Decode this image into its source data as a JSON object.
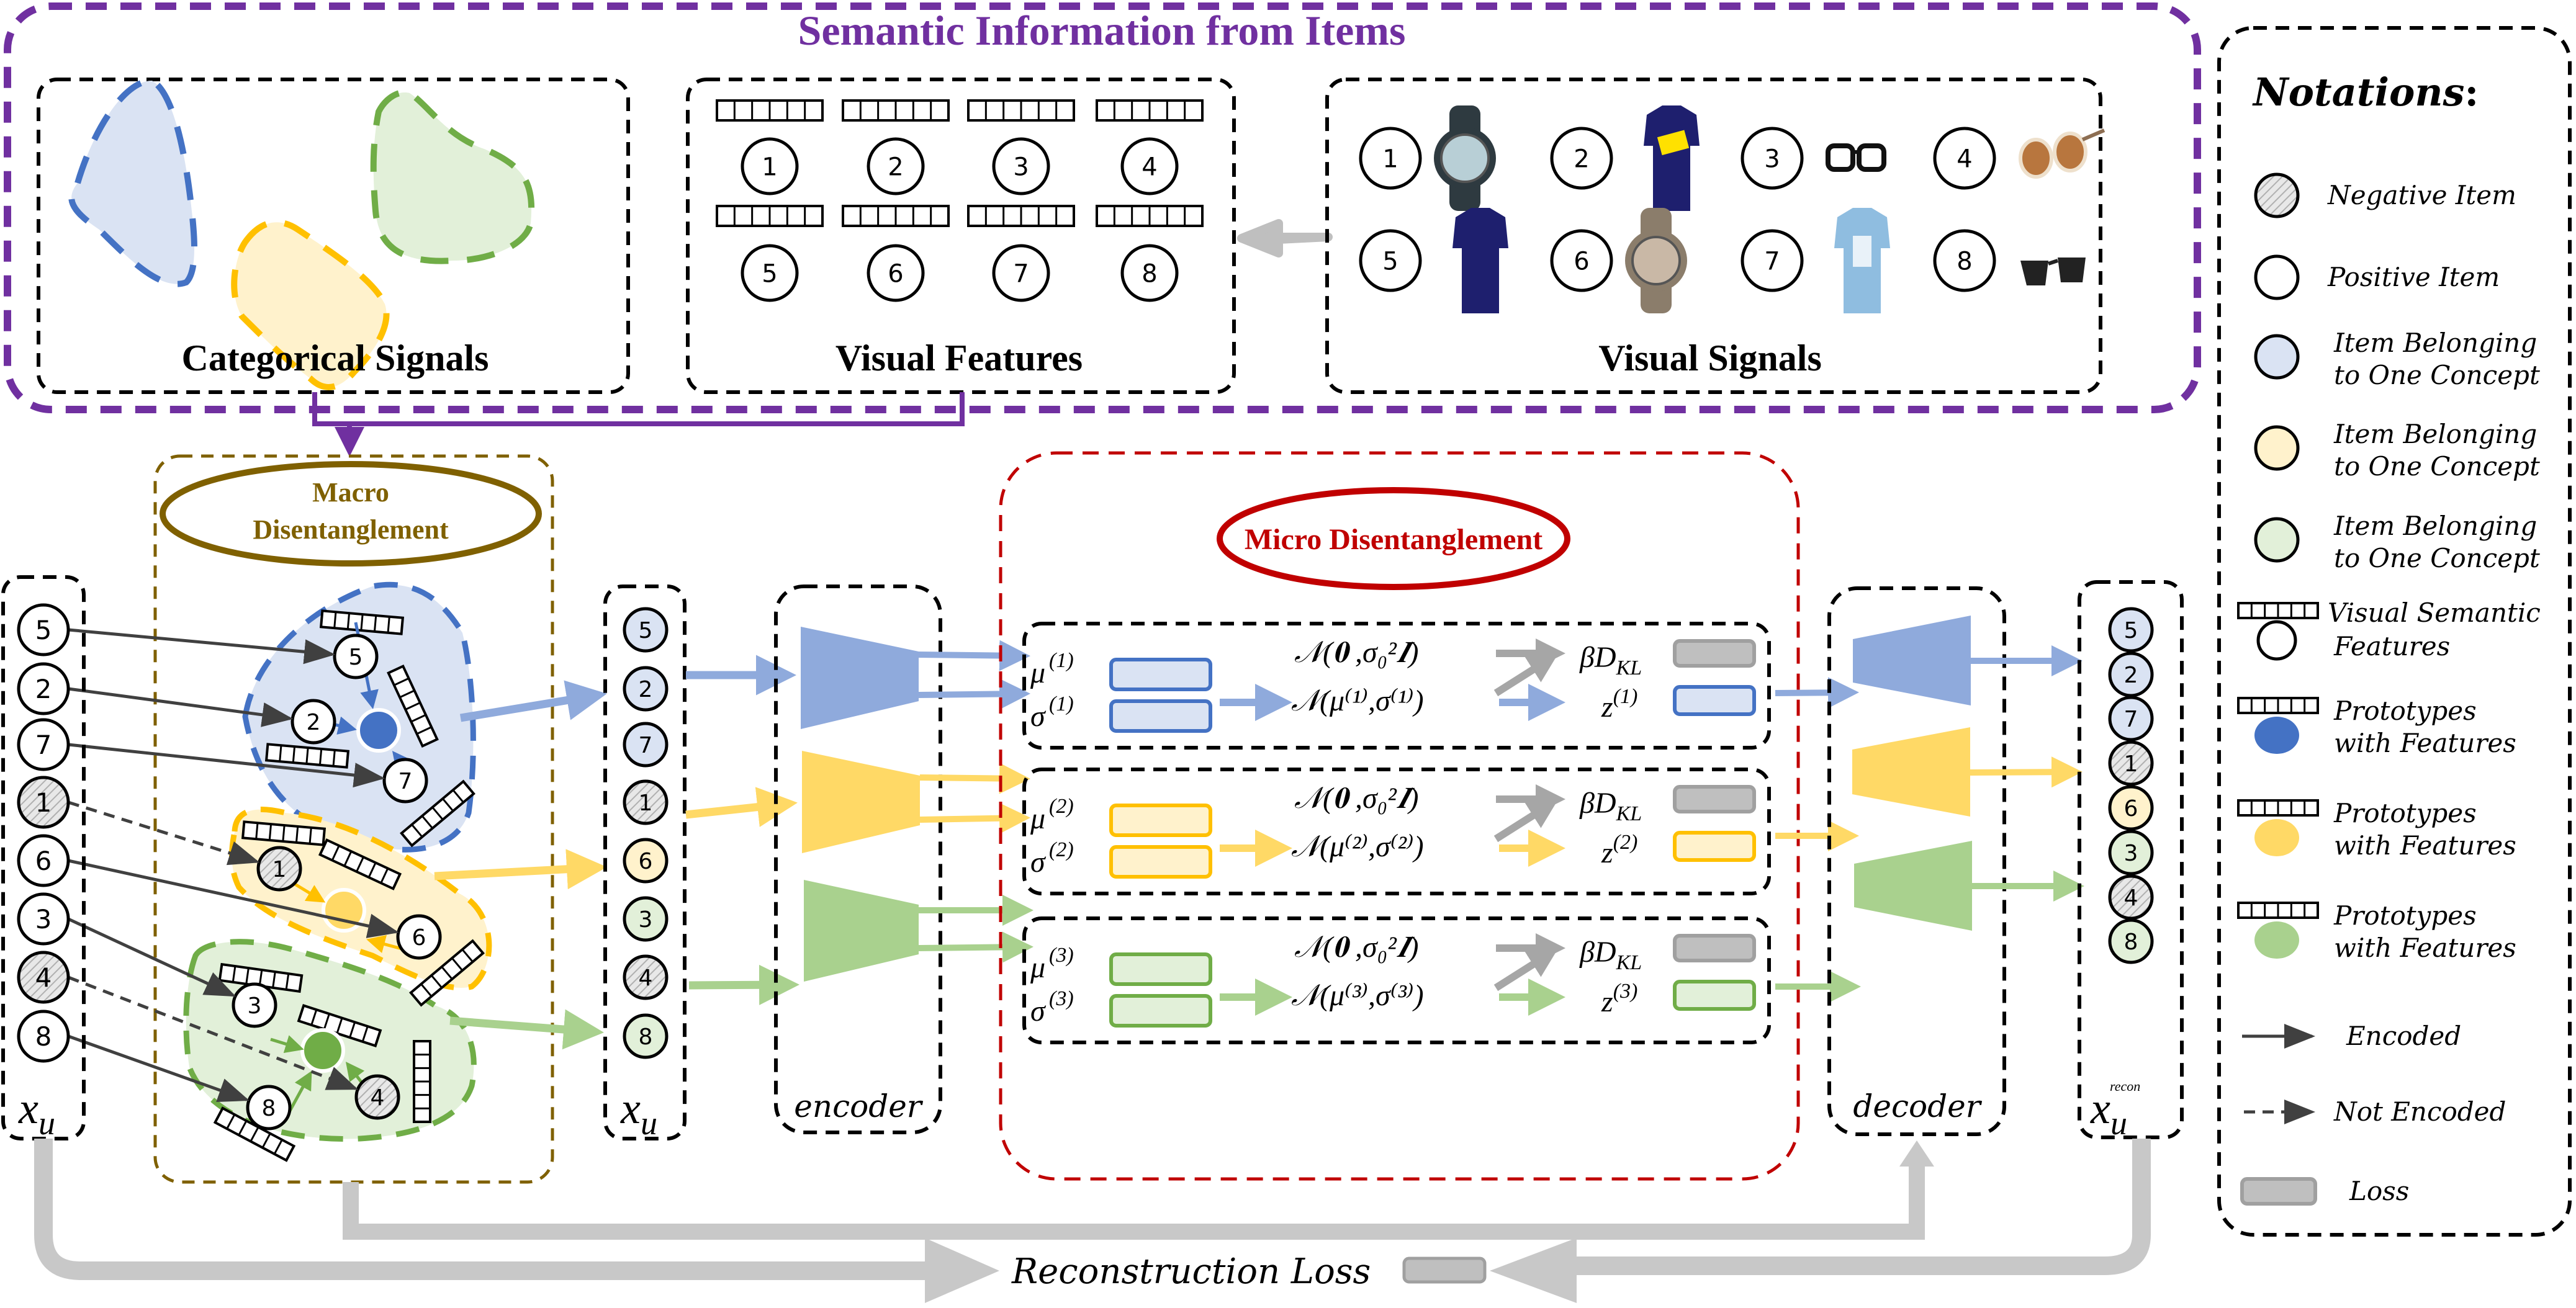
{
  "colors": {
    "purple": "#7030a0",
    "macro_brown": "#7f6000",
    "micro_red": "#c00000",
    "blue_stroke": "#4472c4",
    "blue_fill": "#dae3f3",
    "blue_arrow": "#8faadc",
    "yellow_stroke": "#ffc000",
    "yellow_fill": "#fff2cc",
    "yellow_arrow": "#ffd966",
    "green_stroke": "#70ad47",
    "green_fill": "#e2f0d9",
    "green_arrow": "#a9d18e",
    "loss_gray": "#bfbfbf",
    "arrow_gray": "#a6a6a6",
    "flow_gray": "#c8c8c8"
  },
  "semantic": {
    "title": "Semantic Information from Items",
    "categorical_label": "Categorical Signals",
    "visual_features_label": "Visual Features",
    "visual_signals_label": "Visual Signals",
    "visual_feature_items": [
      "1",
      "2",
      "3",
      "4",
      "5",
      "6",
      "7",
      "8"
    ],
    "visual_signal_items": [
      {
        "id": "1",
        "icon": "wristwatch-icon"
      },
      {
        "id": "2",
        "icon": "navy-tshirt-icon"
      },
      {
        "id": "3",
        "icon": "eyeglasses-icon"
      },
      {
        "id": "4",
        "icon": "sunglasses-brown-icon"
      },
      {
        "id": "5",
        "icon": "navy-tshirt-icon"
      },
      {
        "id": "6",
        "icon": "wristwatch-icon"
      },
      {
        "id": "7",
        "icon": "lightblue-tshirt-icon"
      },
      {
        "id": "8",
        "icon": "sunglasses-black-icon"
      }
    ]
  },
  "macro": {
    "title_line1": "Macro",
    "title_line2": "Disentanglement"
  },
  "micro": {
    "title": "Micro Disentanglement",
    "rows": [
      {
        "k": "(1)",
        "mu": "μ",
        "sigma": "σ",
        "prior": "𝒩(𝟎  ,σ₀²𝑰)",
        "post": "𝒩(μ⁽¹⁾,σ⁽¹⁾)",
        "kl": "βD",
        "kl_sub": "KL",
        "z": "z"
      },
      {
        "k": "(2)",
        "mu": "μ",
        "sigma": "σ",
        "prior": "𝒩(𝟎  ,σ₀²𝑰)",
        "post": "𝒩(μ⁽²⁾,σ⁽²⁾)",
        "kl": "βD",
        "kl_sub": "KL",
        "z": "z"
      },
      {
        "k": "(3)",
        "mu": "μ",
        "sigma": "σ",
        "prior": "𝒩(𝟎  ,σ₀²𝑰)",
        "post": "𝒩(μ⁽³⁾,σ⁽³⁾)",
        "kl": "βD",
        "kl_sub": "KL",
        "z": "z"
      }
    ]
  },
  "input_column": {
    "label": "x",
    "label_sub": "u",
    "items": [
      {
        "id": "5",
        "type": "positive"
      },
      {
        "id": "2",
        "type": "positive"
      },
      {
        "id": "7",
        "type": "positive"
      },
      {
        "id": "1",
        "type": "negative"
      },
      {
        "id": "6",
        "type": "positive"
      },
      {
        "id": "3",
        "type": "positive"
      },
      {
        "id": "4",
        "type": "negative"
      },
      {
        "id": "8",
        "type": "positive"
      }
    ]
  },
  "grouped_column": {
    "label": "x",
    "label_sub": "u",
    "items": [
      {
        "id": "5",
        "group": "blue"
      },
      {
        "id": "2",
        "group": "blue"
      },
      {
        "id": "7",
        "group": "blue"
      },
      {
        "id": "1",
        "group": "negative"
      },
      {
        "id": "6",
        "group": "yellow"
      },
      {
        "id": "3",
        "group": "green"
      },
      {
        "id": "4",
        "group": "negative"
      },
      {
        "id": "8",
        "group": "green"
      }
    ]
  },
  "recon_column": {
    "label": "x",
    "label_sub": "u",
    "label_sup": "recon",
    "items": [
      {
        "id": "5",
        "group": "blue"
      },
      {
        "id": "2",
        "group": "blue"
      },
      {
        "id": "7",
        "group": "blue"
      },
      {
        "id": "1",
        "group": "negative"
      },
      {
        "id": "6",
        "group": "yellow"
      },
      {
        "id": "3",
        "group": "green"
      },
      {
        "id": "4",
        "group": "negative"
      },
      {
        "id": "8",
        "group": "green"
      }
    ]
  },
  "macro_clusters": {
    "blue": [
      "5",
      "2",
      "7"
    ],
    "yellow": [
      "1",
      "6"
    ],
    "green": [
      "3",
      "4",
      "8"
    ]
  },
  "encoder_label": "encoder",
  "decoder_label": "decoder",
  "reconstruction_loss": "Reconstruction Loss",
  "notations": {
    "title": "Notations",
    "title_colon": ":",
    "items": [
      {
        "key": "negative",
        "label": "Negative Item"
      },
      {
        "key": "positive",
        "label": "Positive Item"
      },
      {
        "key": "blue",
        "label_line1": "Item Belonging",
        "label_line2": "to One Concept"
      },
      {
        "key": "yellow",
        "label_line1": "Item Belonging",
        "label_line2": "to One Concept"
      },
      {
        "key": "green",
        "label_line1": "Item Belonging",
        "label_line2": "to One Concept"
      },
      {
        "key": "visual",
        "label_line1a": "Visual ",
        "label_line1b": "Semantic",
        "label_line2": "Features"
      },
      {
        "key": "proto-blue",
        "label_line1": "Prototypes",
        "label_line2": "with Features"
      },
      {
        "key": "proto-yellow",
        "label_line1": "Prototypes",
        "label_line2": "with Features"
      },
      {
        "key": "proto-green",
        "label_line1": "Prototypes",
        "label_line2": "with Features"
      },
      {
        "key": "encoded",
        "label": "Encoded"
      },
      {
        "key": "not-encoded",
        "label": "Not Encoded"
      },
      {
        "key": "loss",
        "label": "Loss"
      }
    ]
  }
}
